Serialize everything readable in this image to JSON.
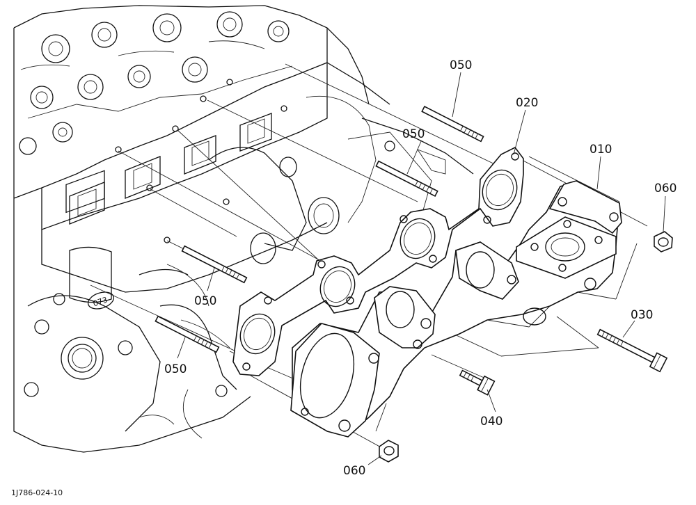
{
  "diagram": {
    "callouts": {
      "c010": "010",
      "c020": "020",
      "c030": "030",
      "c040": "040",
      "c050_a": "050",
      "c050_b": "050",
      "c050_c": "050",
      "c050_d": "050",
      "c060_a": "060",
      "c060_b": "060"
    },
    "figure_code": "1J786-024-10",
    "engine_casting_mark": "073"
  }
}
